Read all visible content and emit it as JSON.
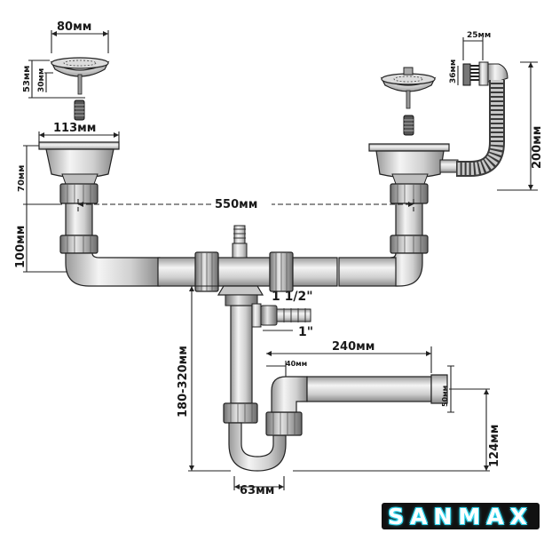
{
  "dimensions": {
    "strainer_width": "80мм",
    "strainer_height": "53мм",
    "strainer_stem": "30мм",
    "bowl_width": "113мм",
    "bowl_depth": "70мм",
    "tail_length": "100мм",
    "bowl_spacing": "550мм",
    "overflow_width": "25мм",
    "overflow_height": "36мм",
    "overflow_length": "200мм",
    "tee_thread": "1 1/2\"",
    "side_thread": "1\"",
    "outlet_length": "240мм",
    "outlet_offset": "40мм",
    "outlet_diameter": "50мм",
    "trap_height": "124мм",
    "siphon_height": "180-320мм",
    "trap_width": "63мм"
  },
  "brand": {
    "logo_text": "SANMAX",
    "glow_color": "#2fd6ee"
  }
}
